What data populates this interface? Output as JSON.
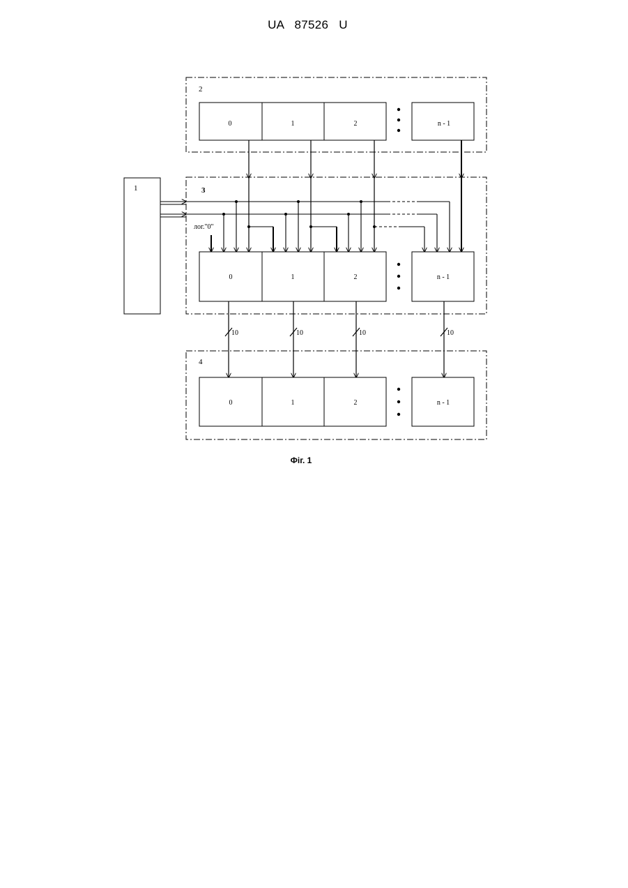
{
  "header": {
    "patent_number": "UA   87526   U"
  },
  "figure": {
    "caption": "Фіг. 1",
    "block1": {
      "label": "1"
    },
    "group2": {
      "label": "2",
      "cells": [
        "0",
        "1",
        "2",
        "n - 1"
      ]
    },
    "group3": {
      "label": "3",
      "cells": [
        "0",
        "1",
        "2",
        "n - 1"
      ],
      "input_label": "лог.\"0\""
    },
    "group4": {
      "label": "4",
      "cells": [
        "0",
        "1",
        "2",
        "n - 1"
      ]
    },
    "bus_width": "10"
  }
}
